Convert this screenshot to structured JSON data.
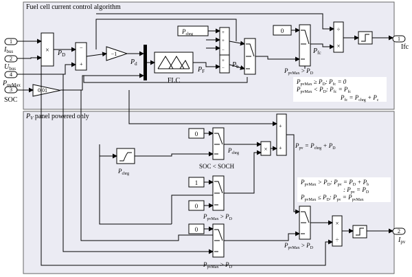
{
  "subsystems": {
    "fuel_cell_title": "Fuel cell current control algorithm",
    "pv_title_sym": "P",
    "pv_title_sub": "V",
    "pv_title_rest": " panel powered only"
  },
  "ports": {
    "in1_num": "1",
    "in1_label": "I",
    "in1_sub": "bus",
    "in2_num": "2",
    "in2_label": "U",
    "in2_sub": "bus",
    "in4_num": "4",
    "in4_label": "P",
    "in4_sub": "pvMax",
    "in3_num": "3",
    "in3_label": "SOC",
    "out1_num": "1",
    "out1_label": "Ifc",
    "out2_num": "2",
    "out2_label": "I",
    "out2_sub": "pv"
  },
  "blocks": {
    "mult": "×",
    "div": "÷",
    "gain_neg": "−1",
    "gain_soc": "0.01",
    "const_zero": "0",
    "const_one": "1",
    "flc": "FLC",
    "plus": "+",
    "minus": "−"
  },
  "signals": {
    "P": "P",
    "D": "D",
    "d": "d",
    "F": "F",
    "b": "b",
    "fc": "fc",
    "chrg": "chrg",
    "pvMax": "pvMax",
    "pv": "pv"
  },
  "labels": {
    "soc_cond": "SOC < SOCH",
    "gt": " > ",
    "fc_conditions": [
      "P",
      "pvMax",
      " ≥ P",
      "D",
      ": P",
      "fc",
      " = 0",
      "P",
      "pvMax",
      " < P",
      "D",
      ": P",
      "fc",
      " = P",
      "fc",
      "P",
      "fc",
      " = P",
      "chrg",
      " + P",
      "c"
    ],
    "ppv_eq": [
      "P",
      "pv",
      " = P",
      "chrg",
      " + P",
      "D"
    ],
    "pv_conditions": [
      "P",
      "pvMax",
      " > P",
      "D",
      ": P",
      "pv",
      " = P",
      "D",
      " + P",
      "b",
      ": P",
      "pv",
      " = P",
      "D",
      "P",
      "pvMax",
      " ≤ P",
      "D",
      ": P",
      "pv",
      " = P",
      "pvMax"
    ]
  }
}
